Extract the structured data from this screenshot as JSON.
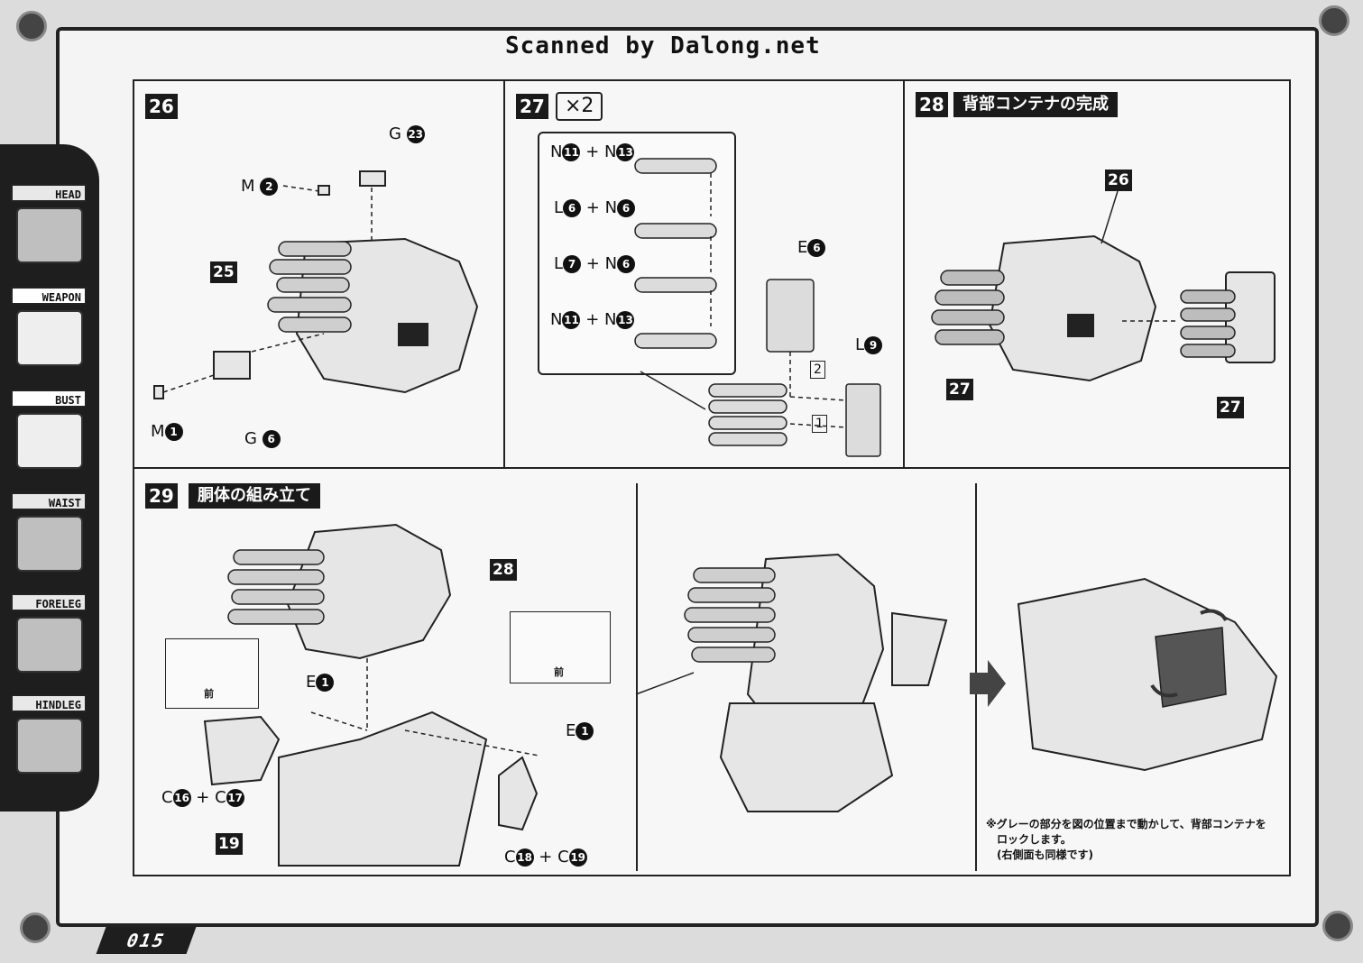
{
  "header": {
    "title": "Scanned by Dalong.net"
  },
  "page_number": "015",
  "sidebar": {
    "items": [
      {
        "label": "HEAD"
      },
      {
        "label": "WEAPON"
      },
      {
        "label": "BUST"
      },
      {
        "label": "WAIST"
      },
      {
        "label": "FORELEG"
      },
      {
        "label": "HINDLEG"
      }
    ]
  },
  "steps": {
    "s26": {
      "number": "26",
      "labels": {
        "g23": [
          "G",
          "23"
        ],
        "m2": [
          "M",
          "2"
        ],
        "m1": [
          "M",
          "1"
        ],
        "g6": [
          "G",
          "6"
        ]
      },
      "part": "25"
    },
    "s27": {
      "number": "27",
      "multiplier": "×2",
      "rows": [
        {
          "a": "N",
          "an": "11",
          "b": "N",
          "bn": "13"
        },
        {
          "a": "L",
          "an": "6",
          "b": "N",
          "bn": "6"
        },
        {
          "a": "L",
          "an": "7",
          "b": "N",
          "bn": "6"
        },
        {
          "a": "N",
          "an": "11",
          "b": "N",
          "bn": "13"
        }
      ],
      "e6": [
        "E",
        "6"
      ],
      "l9": [
        "L",
        "9"
      ],
      "order1": "1",
      "order2": "2"
    },
    "s28": {
      "number": "28",
      "title": "背部コンテナの完成",
      "parts": [
        "26",
        "27",
        "27"
      ]
    },
    "s29": {
      "number": "29",
      "title": "胴体の組み立て",
      "part28": "28",
      "part19": "19",
      "e1a": [
        "E",
        "1"
      ],
      "e1b": [
        "E",
        "1"
      ],
      "c16c17": [
        "C",
        "16",
        "C",
        "17"
      ],
      "c18c19": [
        "C",
        "18",
        "C",
        "19"
      ],
      "front": "前",
      "note": [
        "※グレーの部分を図の位置まで動かして、背部コンテナを",
        "ロックします。",
        "(右側面も同様です)"
      ]
    }
  }
}
